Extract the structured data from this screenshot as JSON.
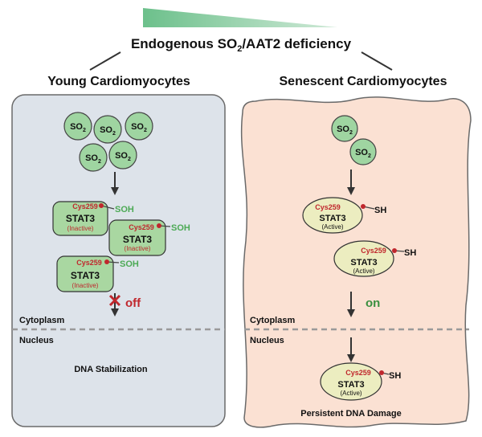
{
  "header": {
    "title_prefix": "Endogenous SO",
    "title_sub": "2",
    "title_suffix": "/AAT2 deficiency"
  },
  "panels": {
    "young": {
      "title": "Young Cardiomyocytes",
      "molecules": [
        {
          "base": "SO",
          "sub": "2"
        },
        {
          "base": "SO",
          "sub": "2"
        },
        {
          "base": "SO",
          "sub": "2"
        },
        {
          "base": "SO",
          "sub": "2"
        },
        {
          "base": "SO",
          "sub": "2"
        }
      ],
      "proteins": [
        {
          "site": "Cys259",
          "name": "STAT3",
          "state": "(Inactive)",
          "group": "SOH"
        },
        {
          "site": "Cys259",
          "name": "STAT3",
          "state": "(Inactive)",
          "group": "SOH"
        },
        {
          "site": "Cys259",
          "name": "STAT3",
          "state": "(Inactive)",
          "group": "SOH"
        }
      ],
      "switch_label": "off",
      "cytoplasm_label": "Cytoplasm",
      "nucleus_label": "Nucleus",
      "outcome": "DNA Stabilization"
    },
    "senescent": {
      "title": "Senescent Cardiomyocytes",
      "molecules": [
        {
          "base": "SO",
          "sub": "2"
        },
        {
          "base": "SO",
          "sub": "2"
        }
      ],
      "proteins": [
        {
          "site": "Cys259",
          "name": "STAT3",
          "state": "(Active)",
          "group": "SH"
        },
        {
          "site": "Cys259",
          "name": "STAT3",
          "state": "(Active)",
          "group": "SH"
        }
      ],
      "nuclear_protein": {
        "site": "Cys259",
        "name": "STAT3",
        "state": "(Active)",
        "group": "SH"
      },
      "switch_label": "on",
      "cytoplasm_label": "Cytoplasm",
      "nucleus_label": "Nucleus",
      "outcome": "Persistent DNA Damage"
    }
  },
  "colors": {
    "gradient_green": "#6cc08b",
    "young_cell_fill": "#dde3ea",
    "senescent_cell_fill": "#fbe1d3",
    "molecule_fill": "#9fd5a1",
    "inactive_fill": "#a9d7a1",
    "active_fill": "#ecedc0",
    "cys_red": "#c0272d",
    "soh_green": "#4caa55",
    "off_red": "#c0272d",
    "on_green": "#3a8f3f"
  }
}
